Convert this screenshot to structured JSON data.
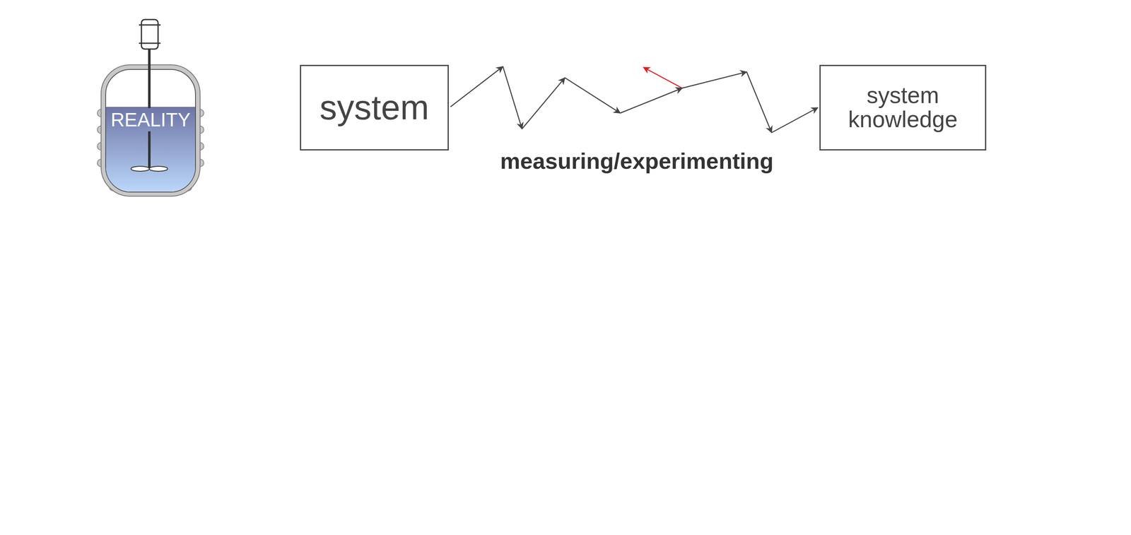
{
  "diagram": {
    "nodes": [
      {
        "text": [
          "REALITY"
        ]
      },
      {
        "text": [
          "system"
        ]
      },
      {
        "text": [
          "system knowledge"
        ]
      }
    ],
    "edges": [
      {
        "from": 1,
        "to": 2,
        "arrow": "to",
        "label": "measuring/experimenting"
      }
    ]
  }
}
